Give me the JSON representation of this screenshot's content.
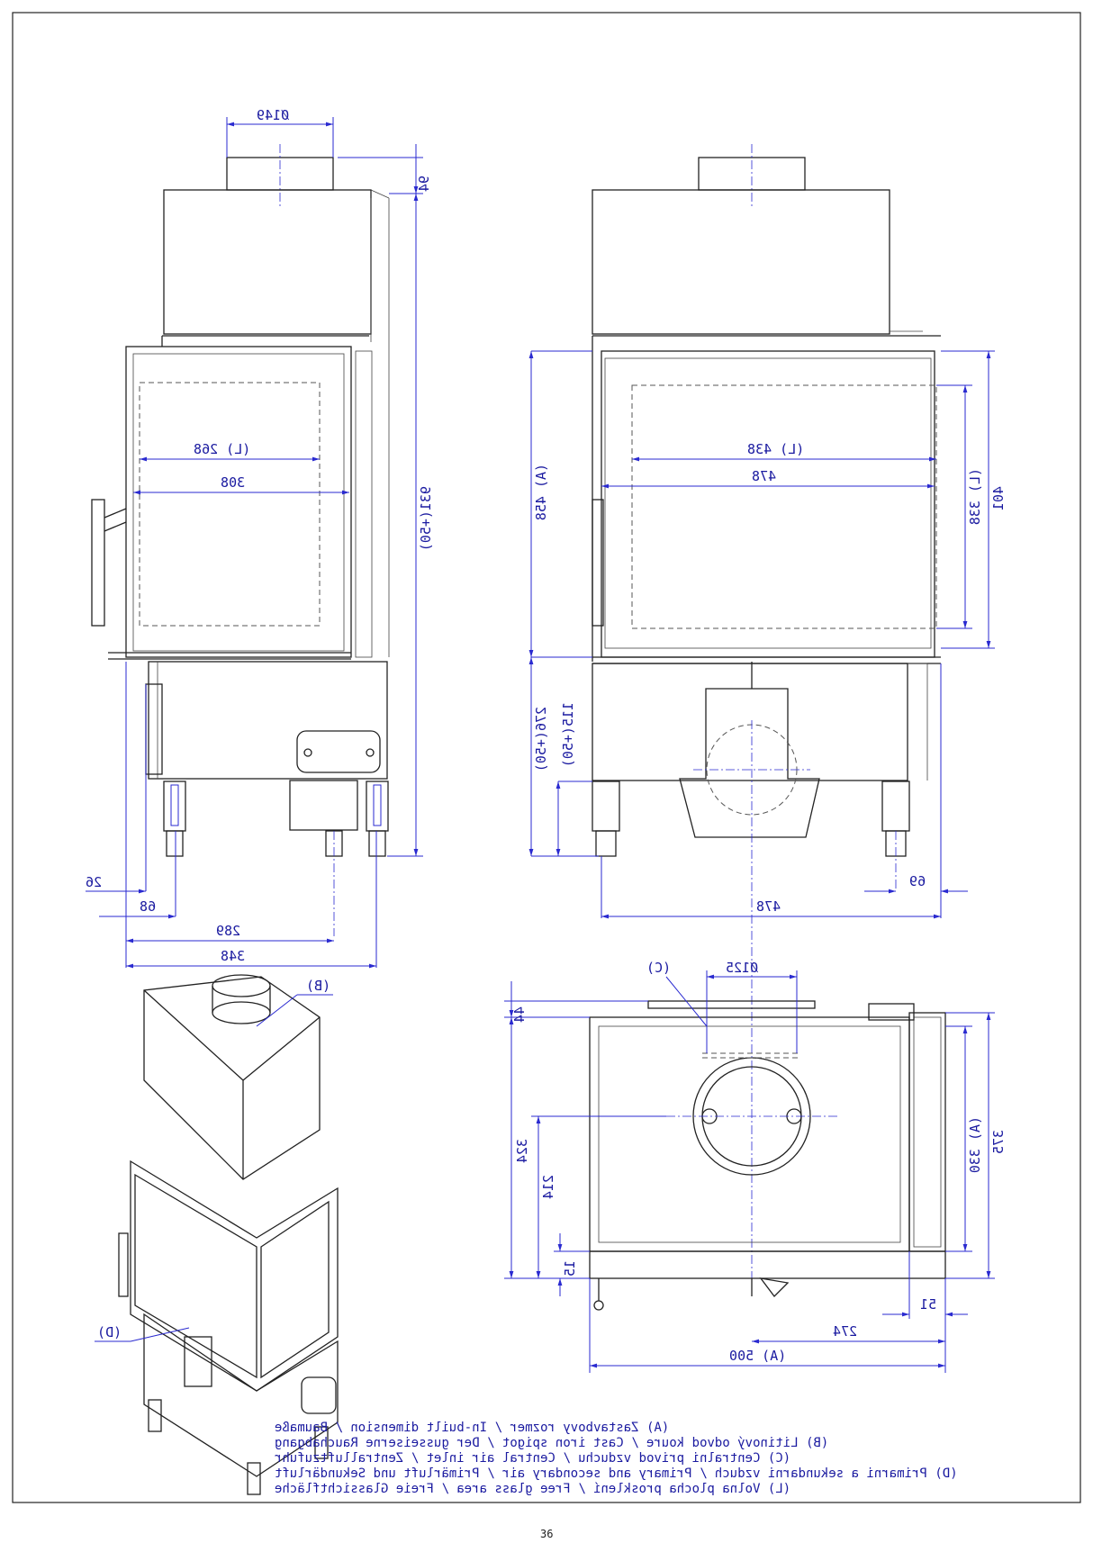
{
  "dimensions": {
    "side_top_diameter": "Ø149",
    "side_top_offset": "94",
    "side_total_height": "931(+50)",
    "side_glass_width_L": "(L) 268",
    "side_glass_width": "308",
    "side_offset_26": "26",
    "side_offset_68": "68",
    "side_289": "289",
    "side_348": "348",
    "front_height_A": "(A) 458",
    "front_lower_a": "276(+50)",
    "front_lower_b": "115(+50)",
    "front_glass_width_L": "(L) 438",
    "front_glass_width": "478",
    "front_right_L": "(L) 338",
    "front_right_total": "401",
    "front_bottom_69": "69",
    "front_bottom_478": "478",
    "plan_top_C": "(C)",
    "plan_diameter": "Ø125",
    "plan_44": "44",
    "plan_324": "324",
    "plan_214": "214",
    "plan_15": "15",
    "plan_right_A": "(A) 330",
    "plan_right_total": "375",
    "plan_51": "51",
    "plan_274": "274",
    "plan_width_A": "(A) 500",
    "iso_B": "(B)",
    "iso_D": "(D)"
  },
  "legend": [
    "(A)  Zastavbovy rozmer / In-built dimension / Baumaße",
    "(B)  Litinový odvod koure / Cast iron spigot / Der gusseiserne Rauchabgang",
    "(C)  Centralni privod vzduchu / Central air inlet / Zentralluftzufuhr",
    "(D)  Primarni a sekundarni vzduch / Primary and secondary air / Primärluft und Sekundärluft",
    "(L)  Volna plocha prosklení / Free glass area / Freie Glassichtfläche"
  ],
  "footer_mark": "36"
}
